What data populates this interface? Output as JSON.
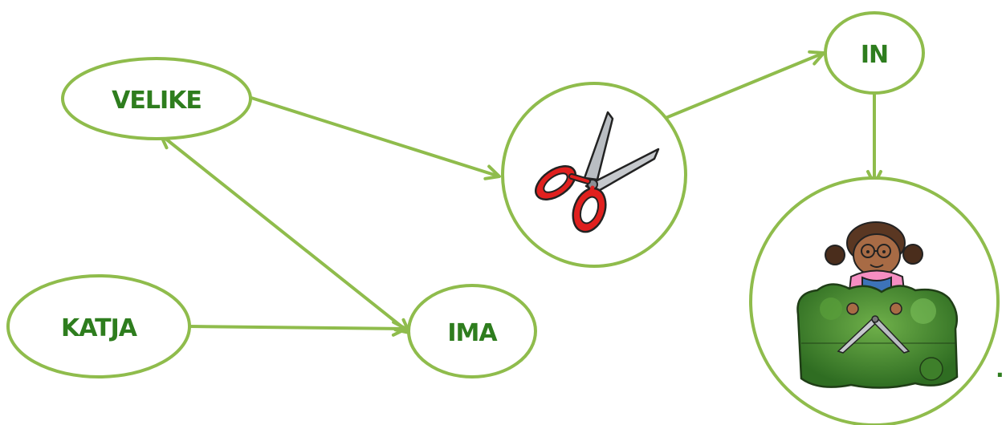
{
  "colors": {
    "stroke": "#8fbc4c",
    "text": "#2e7d1e",
    "background": "#ffffff"
  },
  "nodes": {
    "velike": {
      "label": "VELIKE"
    },
    "katja": {
      "label": "KATJA"
    },
    "ima": {
      "label": "IMA"
    },
    "in": {
      "label": "IN"
    },
    "scissors": {
      "icon": "scissors-icon"
    },
    "girl": {
      "icon": "girl-trimming-hedge-illustration"
    }
  },
  "trailing_mark": "."
}
